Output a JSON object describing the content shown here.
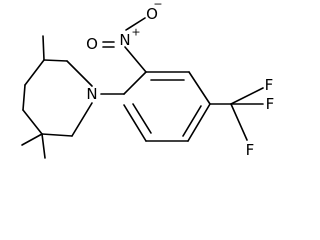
{
  "structure": {
    "atoms": {
      "nitro_n": "N",
      "nitro_n_charge": "+",
      "nitro_o_top": "O",
      "nitro_o_top_charge": "−",
      "nitro_o_double": "O",
      "ring_n": "N",
      "fluorine_1": "F",
      "fluorine_2": "F",
      "fluorine_3": "F"
    }
  }
}
